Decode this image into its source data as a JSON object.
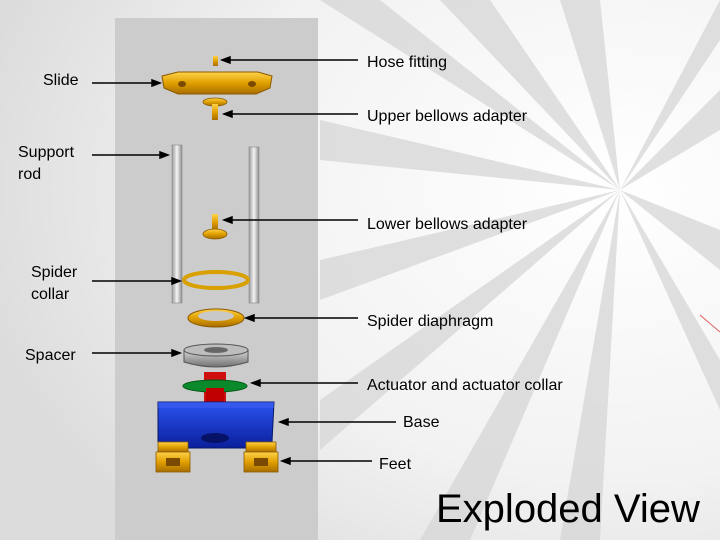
{
  "title": "Exploded View",
  "labels": {
    "hose_fitting": "Hose fitting",
    "upper_bellows_adapter": "Upper bellows adapter",
    "lower_bellows_adapter": "Lower bellows adapter",
    "spider_diaphragm": "Spider diaphragm",
    "actuator_and_collar": "Actuator and actuator collar",
    "base": "Base",
    "feet": "Feet",
    "slide": "Slide",
    "support_rod_line1": "Support",
    "support_rod_line2": "rod",
    "spider_collar_line1": "Spider",
    "spider_collar_line2": "collar",
    "spacer": "Spacer"
  },
  "colors": {
    "panel": "#cccccc",
    "gold": "#e0a000",
    "blue": "#1030c8",
    "green": "#0a8a2a",
    "red": "#d01010",
    "gray": "#a0a0a0"
  }
}
